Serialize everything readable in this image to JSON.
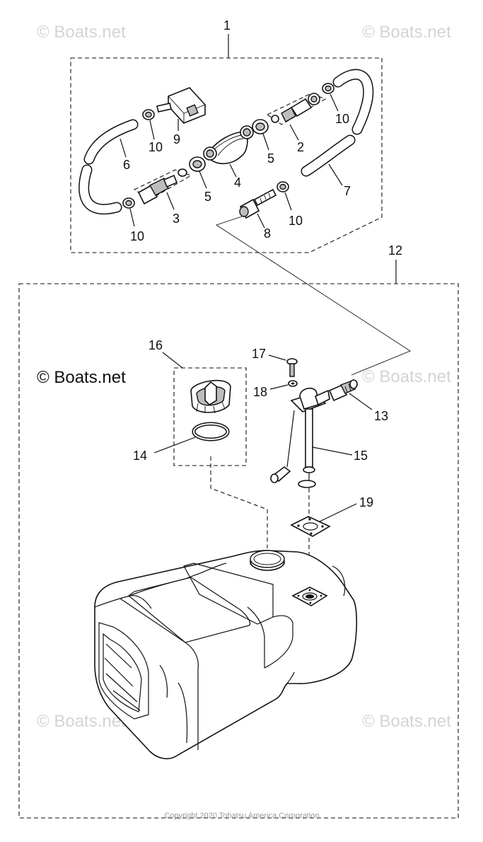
{
  "diagram": {
    "callouts": {
      "c1": "1",
      "c2": "2",
      "c3": "3",
      "c4": "4",
      "c5a": "5",
      "c5b": "5",
      "c6": "6",
      "c7": "7",
      "c8": "8",
      "c9": "9",
      "c10a": "10",
      "c10b": "10",
      "c10c": "10",
      "c10d": "10",
      "c12": "12",
      "c13": "13",
      "c14": "14",
      "c15": "15",
      "c16": "16",
      "c17": "17",
      "c18": "18",
      "c19": "19"
    },
    "watermark": "© Boats.net",
    "copyright": "Copyright 2020 Tohatsu America Corporation"
  }
}
